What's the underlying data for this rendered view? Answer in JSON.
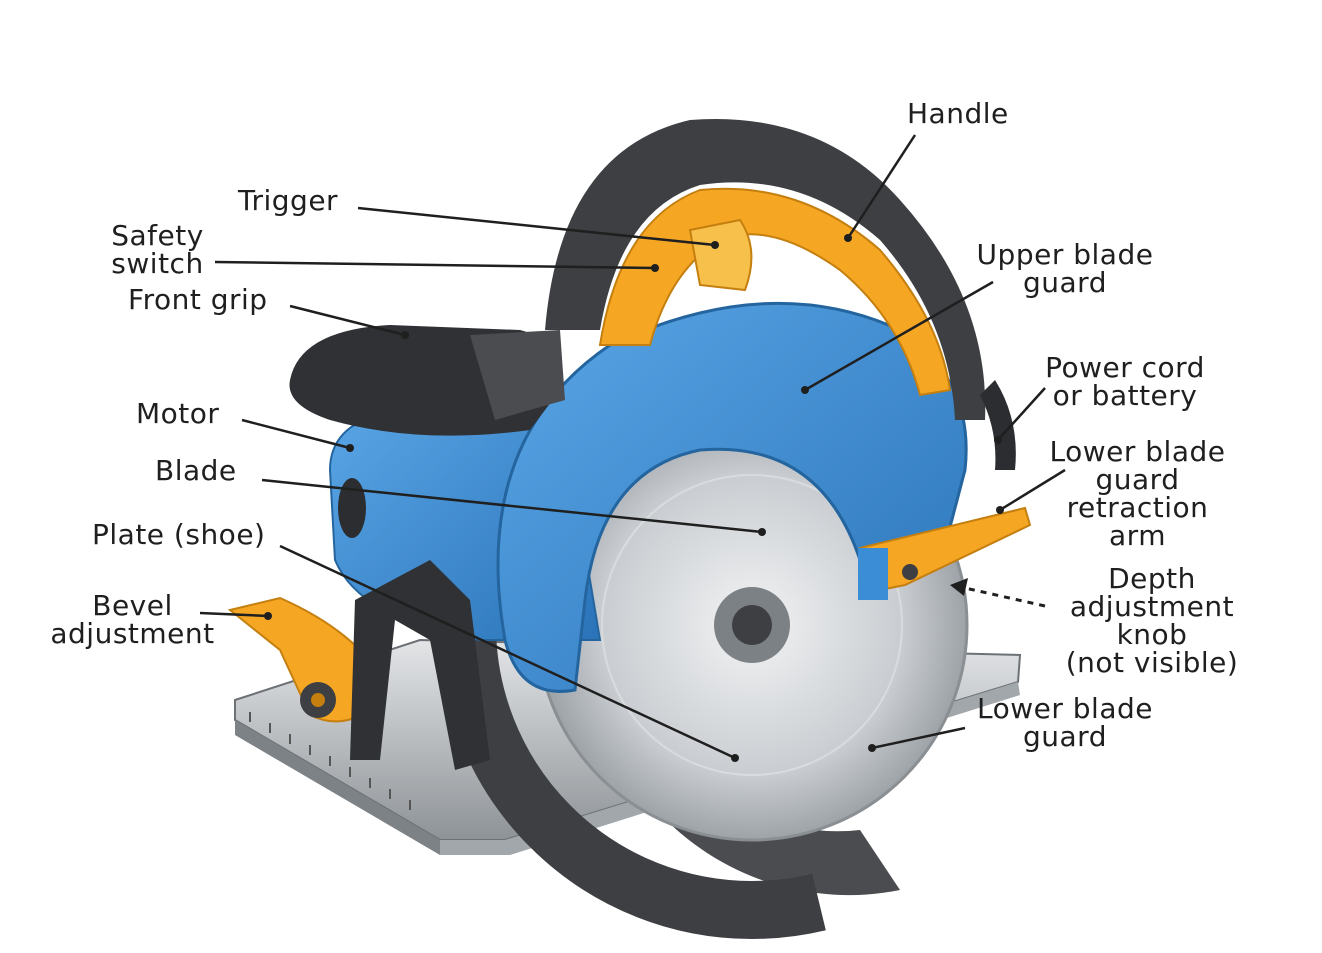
{
  "labels": {
    "handle": "Handle",
    "trigger": "Trigger",
    "safety_switch": "Safety\nswitch",
    "front_grip": "Front grip",
    "upper_blade_guard": "Upper blade\nguard",
    "power_cord": "Power cord\nor battery",
    "motor": "Motor",
    "blade": "Blade",
    "lower_guard_retraction_arm": "Lower blade\nguard\nretraction\narm",
    "plate": "Plate (shoe)",
    "depth_adjustment": "Depth\nadjustment\nknob\n(not visible)",
    "bevel_adjustment": "Bevel\nadjustment",
    "lower_blade_guard": "Lower blade\nguard"
  },
  "colors": {
    "housing_blue": "#3b8ed6",
    "accent_orange": "#f5a623",
    "dark_grey": "#3d3f42",
    "blade_silver": "#cfd3d6",
    "plate_silver": "#b9bdc1"
  }
}
